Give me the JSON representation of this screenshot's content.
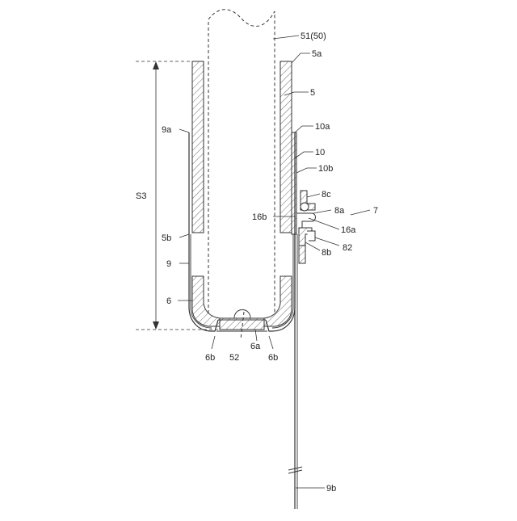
{
  "labels": {
    "l51": "51(50)",
    "l5a": "5a",
    "l5": "5",
    "l9a": "9a",
    "l10a": "10a",
    "l10": "10",
    "l10b": "10b",
    "l8c": "8c",
    "ls3": "S3",
    "l16b": "16b",
    "l8a": "8a",
    "l7": "7",
    "l16a": "16a",
    "l5b": "5b",
    "l8b": "8b",
    "l82": "82",
    "l9": "9",
    "l6": "6",
    "l6b_left": "6b",
    "l52": "52",
    "l6a": "6a",
    "l6b_right": "6b",
    "l9b": "9b"
  }
}
